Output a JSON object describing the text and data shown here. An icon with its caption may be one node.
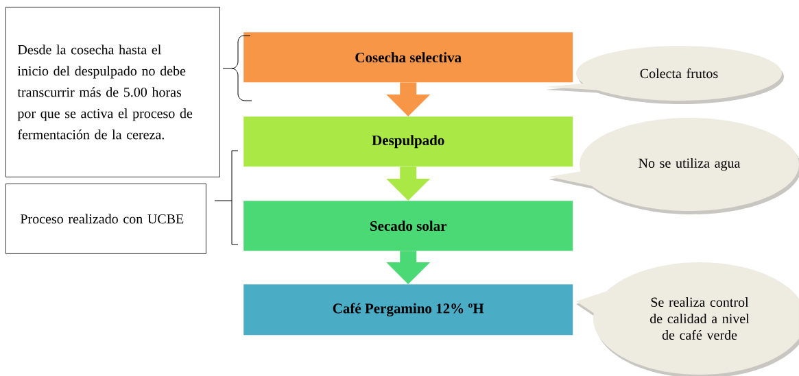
{
  "diagram": {
    "nodes": [
      {
        "text": [
          "Desde la cosecha hasta el inicio del despulpado no debe transcurrir más de 5.00 horas por que se activa el proceso de fermentación de la cereza."
        ]
      },
      {
        "text": [
          "Proceso realizado con UCBE"
        ]
      },
      {
        "text": [
          "Cosecha selectiva"
        ]
      },
      {
        "text": [
          "Despulpado"
        ]
      },
      {
        "text": [
          "Secado solar"
        ]
      },
      {
        "text": [
          "Café Pergamino 12% ºH"
        ]
      },
      {
        "text": [
          "Colecta frutos"
        ]
      },
      {
        "text": [
          "No se utiliza agua"
        ]
      },
      {
        "text": [
          "Se realiza control de calidad a nivel de café verde"
        ]
      }
    ],
    "edges": [
      {
        "from": 2,
        "to": 3,
        "arrow": "to",
        "color": "#f79646"
      },
      {
        "from": 3,
        "to": 4,
        "arrow": "to",
        "color": "#aae846"
      },
      {
        "from": 4,
        "to": 5,
        "arrow": "to",
        "color": "#4ad974"
      }
    ]
  }
}
